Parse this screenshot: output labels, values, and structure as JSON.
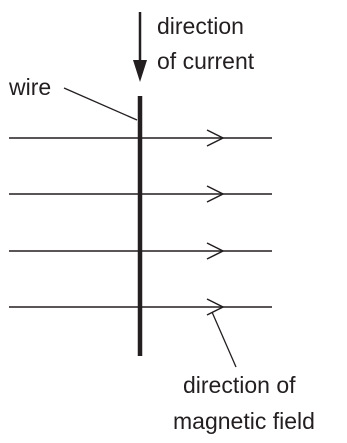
{
  "diagram": {
    "labels": {
      "direction_of_current_line1": "direction",
      "direction_of_current_line2": "of current",
      "wire": "wire",
      "direction_of_field_line1": "direction of",
      "direction_of_field_line2": "magnetic field"
    },
    "field_line_count": 4,
    "colors": {
      "ink": "#231f20",
      "background": "#ffffff"
    }
  }
}
